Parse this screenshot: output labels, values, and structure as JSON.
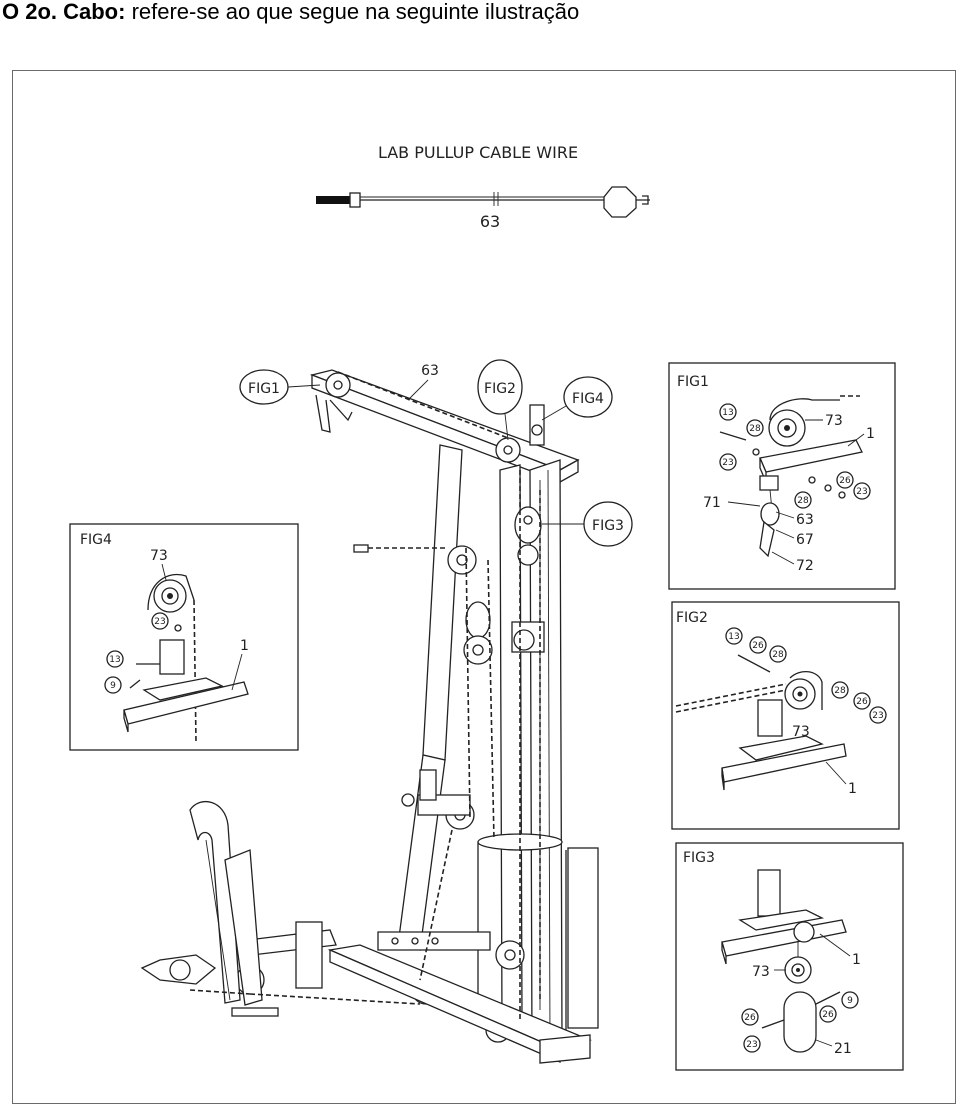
{
  "heading": {
    "prefix": "O 2o. Cabo:",
    "rest": " refere-se ao que segue na seguinte ilustração"
  },
  "diagram": {
    "title": "LAB PULLUP CABLE WIRE",
    "cable_part": "63",
    "main_callouts": {
      "fig1": "FIG1",
      "fig2": "FIG2",
      "fig3": "FIG3",
      "fig4": "FIG4",
      "cable": "63"
    },
    "fig1": {
      "title": "FIG1",
      "parts": [
        "13",
        "28",
        "73",
        "1",
        "23",
        "28",
        "26",
        "23",
        "71",
        "63",
        "67",
        "72"
      ]
    },
    "fig2": {
      "title": "FIG2",
      "parts": [
        "13",
        "26",
        "28",
        "28",
        "26",
        "23",
        "73",
        "1"
      ]
    },
    "fig3": {
      "title": "FIG3",
      "parts": [
        "1",
        "73",
        "9",
        "26",
        "26",
        "23",
        "21"
      ]
    },
    "fig4": {
      "title": "FIG4",
      "parts": [
        "73",
        "23",
        "13",
        "9",
        "1"
      ]
    }
  }
}
